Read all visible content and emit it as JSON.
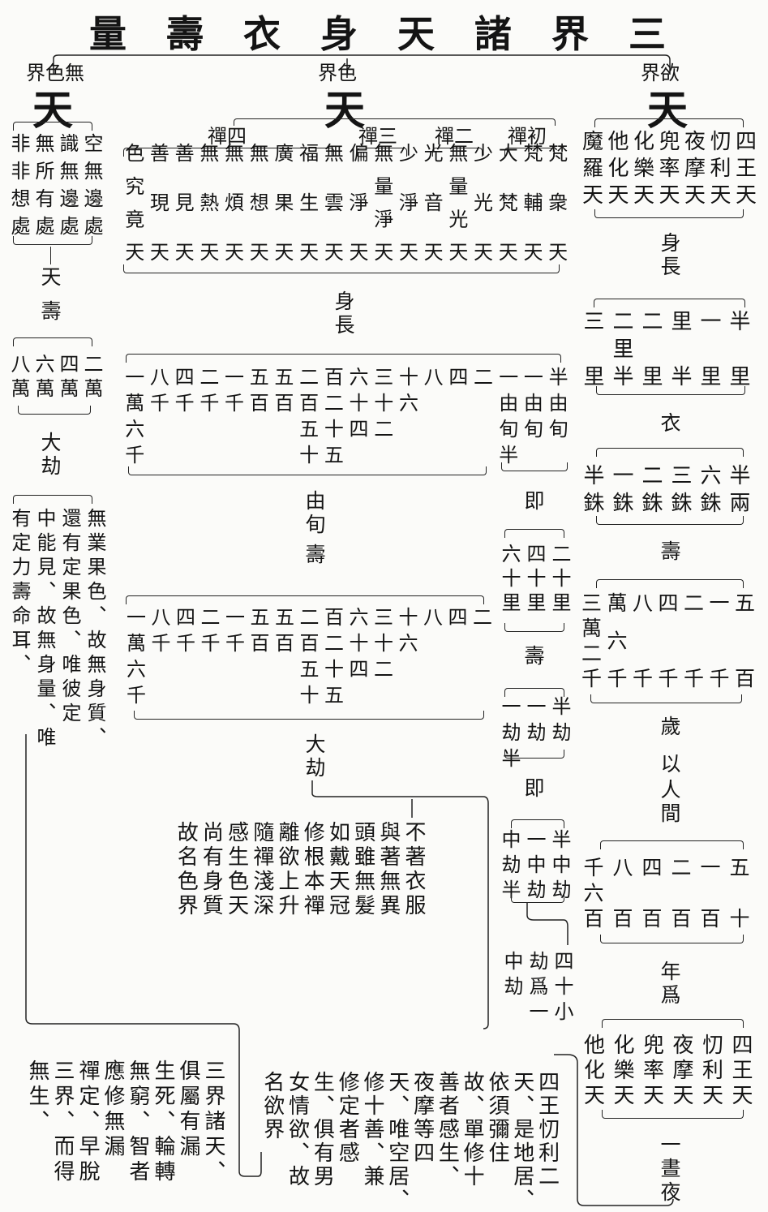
{
  "title": "三界諸天身衣壽量",
  "formless": {
    "label": "無色界",
    "tian": "天",
    "heavens": [
      "空無邊處",
      "識無邊處",
      "無所有處",
      "非非想處"
    ],
    "tian2": "天",
    "shou": "壽",
    "lifespans": [
      "二萬",
      "四萬",
      "六萬",
      "八萬"
    ],
    "life_unit": "大劫",
    "note": [
      "無業果色、故無身質、",
      "還有定果色、唯彼定",
      "中能見、故無身量、唯",
      "有定力壽命耳、"
    ]
  },
  "form": {
    "label": "色界",
    "tian": "天",
    "dhyanas": [
      "初禪",
      "二禪",
      "三禪",
      "四禪"
    ],
    "heavens": [
      "梵衆天",
      "梵輔天",
      "大梵天",
      "少光天",
      "無量光天",
      "光音天",
      "少淨天",
      "無量淨天",
      "偏淨天",
      "無雲天",
      "福生天",
      "廣果天",
      "無想天",
      "無煩天",
      "無熱天",
      "善見天",
      "善現天",
      "色究竟天"
    ],
    "body_label": "身長",
    "body_yojana": [
      "半由旬",
      "一由旬",
      "一由旬半"
    ],
    "body_main": [
      "二",
      "四",
      "八",
      "十六",
      "三十二",
      "六十四",
      "百二十五",
      "二百五十",
      "五百",
      "五百",
      "一千",
      "二千",
      "四千",
      "八千",
      "一萬六千"
    ],
    "yojana_label": "由旬",
    "shou": "壽",
    "life": [
      "二",
      "四",
      "八",
      "十六",
      "三十二",
      "六十四",
      "百二十五",
      "二百五十",
      "五百",
      "五百",
      "一千",
      "二千",
      "四千",
      "八千",
      "一萬六千"
    ],
    "life_unit": "大劫",
    "ji1": "即",
    "yojana_equiv": [
      "二十里",
      "四十里",
      "六十里"
    ],
    "shou2": "壽",
    "small_life": [
      "半劫",
      "一劫",
      "一劫半"
    ],
    "ji2": "即",
    "mid_kalpa": [
      "半中劫",
      "一中劫",
      "中劫半"
    ],
    "kalpa_note": [
      "四十小",
      "劫爲一",
      "中劫"
    ],
    "note": [
      "不著衣服",
      "與著無異",
      "頭雖無髮",
      "如戴天冠",
      "修根本禪",
      "離欲上升",
      "隨禪淺深",
      "感生色天",
      "尚有身質",
      "故名色界"
    ]
  },
  "desire": {
    "label": "欲界",
    "tian": "天",
    "heavens": [
      "四王天",
      "忉利天",
      "夜摩天",
      "兜率天",
      "化樂天",
      "他化天",
      "魔羅天"
    ],
    "body_label": "身長",
    "body": [
      "半里",
      "一里",
      "里半",
      "二里",
      "二里半",
      "三里"
    ],
    "clothes_label": "衣",
    "clothes": [
      "半兩",
      "六銖",
      "三銖",
      "二銖",
      "一銖",
      "半銖"
    ],
    "life_label": "壽",
    "life": [
      "五百",
      "一千",
      "二千",
      "四千",
      "八千",
      "萬六千",
      "三萬二千"
    ],
    "sui": "歲",
    "yi": "以",
    "renjian": "人間",
    "human_years": [
      "五十",
      "一百",
      "二百",
      "四百",
      "八百",
      "千六百"
    ],
    "nian_wei": "年爲",
    "day_heavens": [
      "四王天",
      "忉利天",
      "夜摩天",
      "兜率天",
      "化樂天",
      "他化天"
    ],
    "day_night": "一晝夜",
    "note": [
      "四王忉利二",
      "天、是地居、",
      "依須彌住",
      "故、單修十",
      "善者感生、",
      "夜摩等四",
      "天、唯空居、",
      "修十善、兼",
      "修定者感",
      "生、俱有男",
      "女情欲、故",
      "名欲界"
    ]
  },
  "closing_note": [
    "三界諸天、",
    "俱屬有漏",
    "生死、輪轉",
    "無窮、智者",
    "應修無漏",
    "禪定、早脫",
    "三界、而得",
    "無生、"
  ]
}
